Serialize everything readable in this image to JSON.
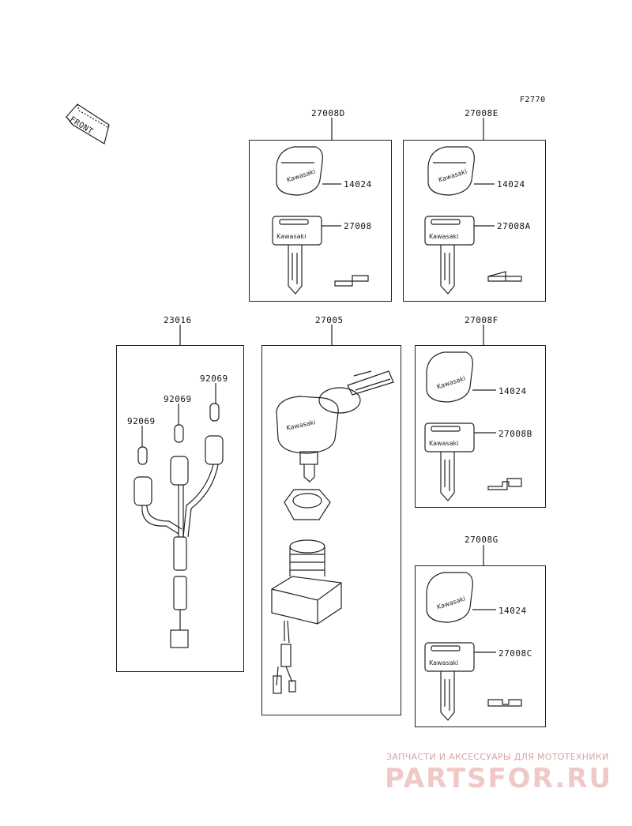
{
  "figure_code": "F2770",
  "front_label": "FRONT",
  "brand_text": "Kawasaki",
  "groups": {
    "d": {
      "part": "27008D",
      "cap": "14024",
      "key": "27008"
    },
    "e": {
      "part": "27008E",
      "cap": "14024",
      "key": "27008A"
    },
    "f": {
      "part": "27008F",
      "cap": "14024",
      "key": "27008B"
    },
    "g": {
      "part": "27008G",
      "cap": "14024",
      "key": "27008C"
    }
  },
  "harness": {
    "part": "23016",
    "fuses": [
      "92069",
      "92069",
      "92069"
    ]
  },
  "ignition": {
    "part": "27005"
  },
  "watermark": {
    "tagline": "ЗАПЧАСТИ И АКСЕССУАРЫ ДЛЯ МОТОТЕХНИКИ",
    "logo": "PARTSFOR.RU"
  }
}
